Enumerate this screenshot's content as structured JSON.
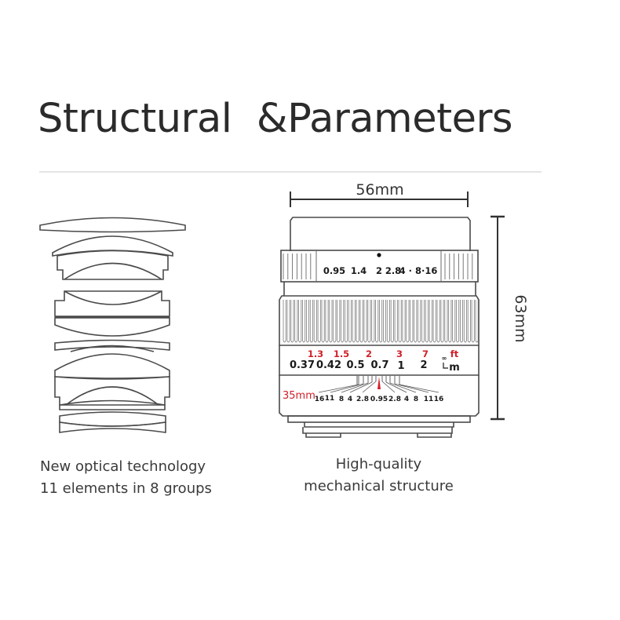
{
  "header": {
    "title": "Structural  &Parameters"
  },
  "optics": {
    "caption_line1": "New optical technology",
    "caption_line2": "11 elements in 8 groups"
  },
  "lens": {
    "width_label": "56mm",
    "height_label": "63mm",
    "aperture_scale": [
      "0.95",
      "1.4",
      "2",
      "2.8",
      "4 · 8·16"
    ],
    "distance_ft": [
      "1.3",
      "1.5",
      "2",
      "3",
      "7",
      "ft"
    ],
    "distance_m": [
      "0.37",
      "0.42",
      "0.5",
      "0.7",
      "1",
      "2",
      "m"
    ],
    "infinity_symbol": "∞",
    "focal_length": "35mm",
    "dof_scale": [
      "16",
      "11",
      "8",
      "4",
      "2.8",
      "0.95",
      "2.8",
      "4",
      "8",
      "11",
      "16"
    ],
    "caption_line1": "High-quality",
    "caption_line2": "mechanical structure",
    "accent_color": "#d0202a"
  }
}
